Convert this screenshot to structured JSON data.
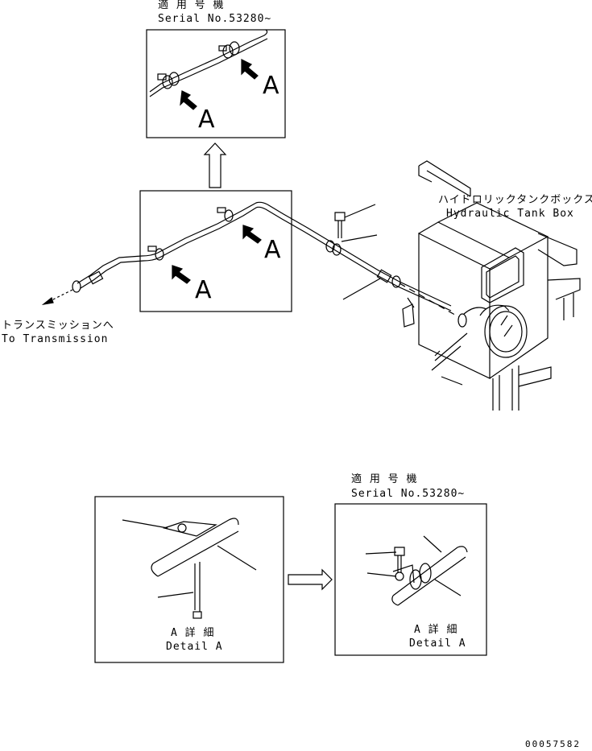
{
  "top_inset": {
    "applicable_jp": "適 用 号 機",
    "serial": "Serial No.53280~",
    "mark_1": "A",
    "mark_2": "A"
  },
  "main_view": {
    "mark_1": "A",
    "mark_2": "A",
    "dest_jp": "トランスミッションへ",
    "dest_en": "To Transmission",
    "tank_jp": "ハイドロリックタンクボックス",
    "tank_en": "Hydraulic Tank Box"
  },
  "detail_left": {
    "title_jp": "A 詳 細",
    "title_en": "Detail A"
  },
  "detail_right": {
    "applicable_jp": "適 用 号 機",
    "serial": "Serial No.53280~",
    "title_jp": "A 詳 細",
    "title_en": "Detail A"
  },
  "drawing_number": "00057582"
}
